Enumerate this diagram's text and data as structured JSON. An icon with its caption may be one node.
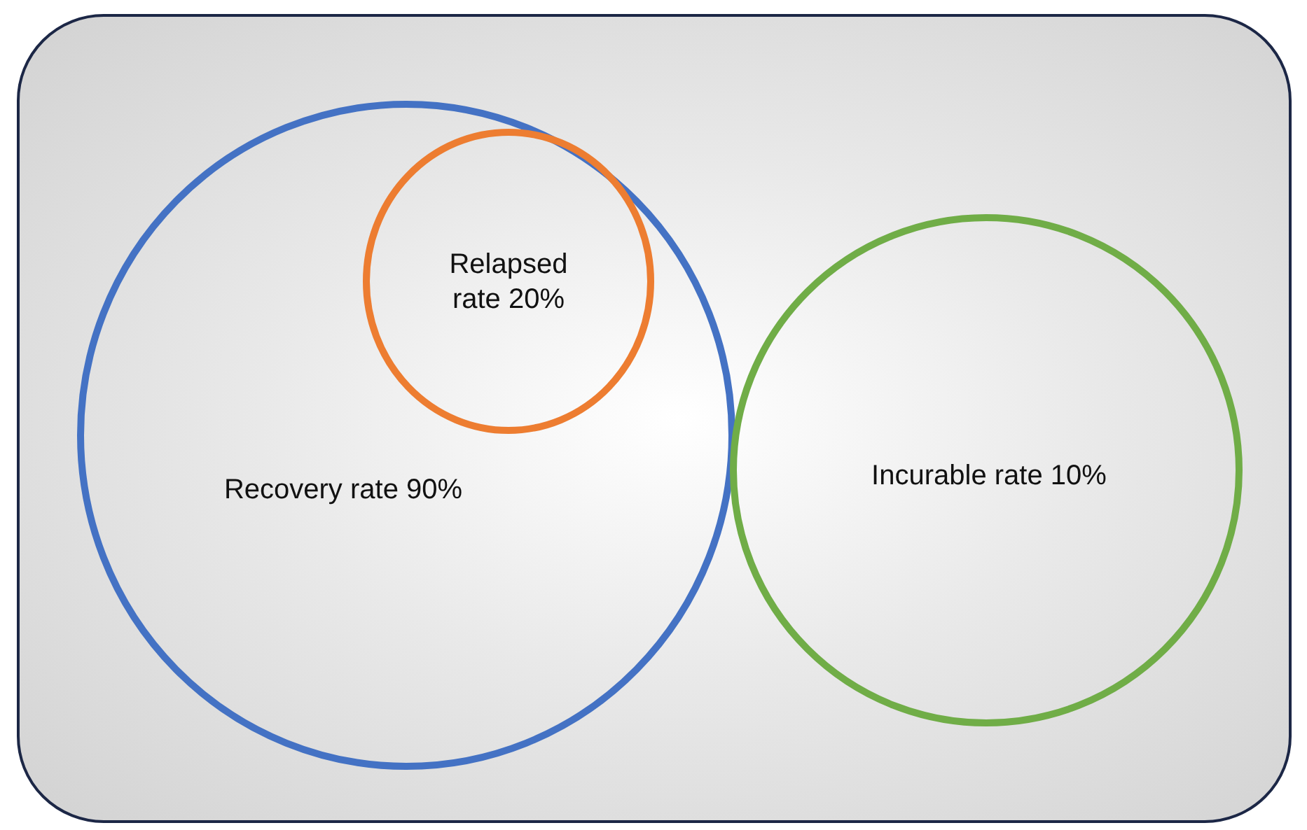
{
  "diagram": {
    "nodes": [
      {
        "text": [
          "Recovery rate 90%"
        ]
      },
      {
        "text": [
          "Relapsed rate 20%"
        ],
        "in": 0
      },
      {
        "text": [
          "Incurable rate 10%"
        ]
      }
    ]
  }
}
